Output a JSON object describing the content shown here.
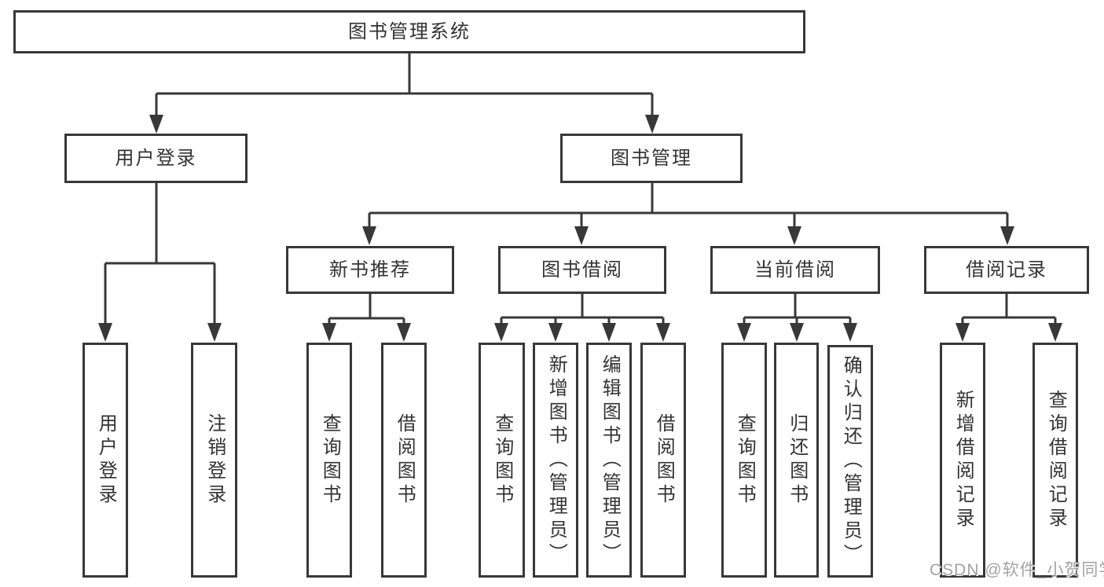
{
  "diagram": {
    "root": {
      "label": "图书管理系统"
    },
    "level2": [
      {
        "label": "用户登录"
      },
      {
        "label": "图书管理"
      }
    ],
    "level3": [
      {
        "label": "新书推荐"
      },
      {
        "label": "图书借阅"
      },
      {
        "label": "当前借阅"
      },
      {
        "label": "借阅记录"
      }
    ],
    "leaves": {
      "user_login": [
        "用户登录",
        "注销登录"
      ],
      "new_book_recommend": [
        "查询图书",
        "借阅图书"
      ],
      "book_borrow": [
        "查询图书",
        "新增图书（管理员）",
        "编辑图书（管理员）",
        "借阅图书"
      ],
      "current_borrow": [
        "查询图书",
        "归还图书",
        "确认归还（管理员）"
      ],
      "borrow_record": [
        "新增借阅记录",
        "查询借阅记录"
      ]
    }
  },
  "watermark": {
    "text": "CSDN @软件_小贺同学"
  },
  "colors": {
    "line": "#383838",
    "text": "#333333",
    "background": "#ffffff",
    "watermark": "#a3a3a3"
  }
}
